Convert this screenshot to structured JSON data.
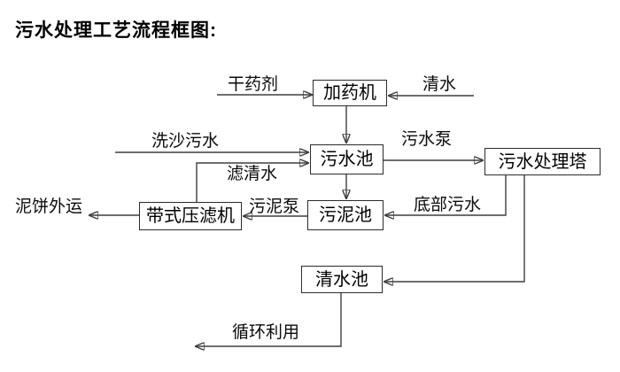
{
  "title": "污水处理工艺流程框图:",
  "diagram": {
    "type": "flowchart",
    "nodes": {
      "dosing_machine": "加药机",
      "sewage_pool": "污水池",
      "treatment_tower": "污水处理塔",
      "sludge_pool": "污泥池",
      "belt_filter_press": "带式压滤机",
      "clean_water_pool": "清水池"
    },
    "flow_labels": {
      "dry_agent": "干药剂",
      "clean_water": "清水",
      "sand_wash_sewage": "洗沙污水",
      "filtered_water": "滤清水",
      "sewage_pump": "污水泵",
      "sludge_pump": "污泥泵",
      "bottom_sewage": "底部污水",
      "mud_cake_out": "泥饼外运",
      "recycle": "循环利用"
    },
    "edges": [
      {
        "source": "external",
        "target": "加药机",
        "label": "干药剂"
      },
      {
        "source": "external",
        "target": "加药机",
        "label": "清水"
      },
      {
        "source": "加药机",
        "target": "污水池",
        "label": ""
      },
      {
        "source": "external",
        "target": "污水池",
        "label": "洗沙污水"
      },
      {
        "source": "带式压滤机",
        "target": "污水池",
        "label": "滤清水"
      },
      {
        "source": "污水池",
        "target": "污水处理塔",
        "label": "污水泵"
      },
      {
        "source": "污水池",
        "target": "污泥池",
        "label": ""
      },
      {
        "source": "污水处理塔",
        "target": "污泥池",
        "label": "底部污水"
      },
      {
        "source": "污泥池",
        "target": "带式压滤机",
        "label": "污泥泵"
      },
      {
        "source": "带式压滤机",
        "target": "external",
        "label": "泥饼外运"
      },
      {
        "source": "污水处理塔",
        "target": "清水池",
        "label": ""
      },
      {
        "source": "清水池",
        "target": "external",
        "label": "循环利用"
      }
    ],
    "colors": {
      "background": "#ffffff",
      "line": "#3f3f3f",
      "box_border": "#2b2b2b",
      "text": "#000000"
    }
  }
}
